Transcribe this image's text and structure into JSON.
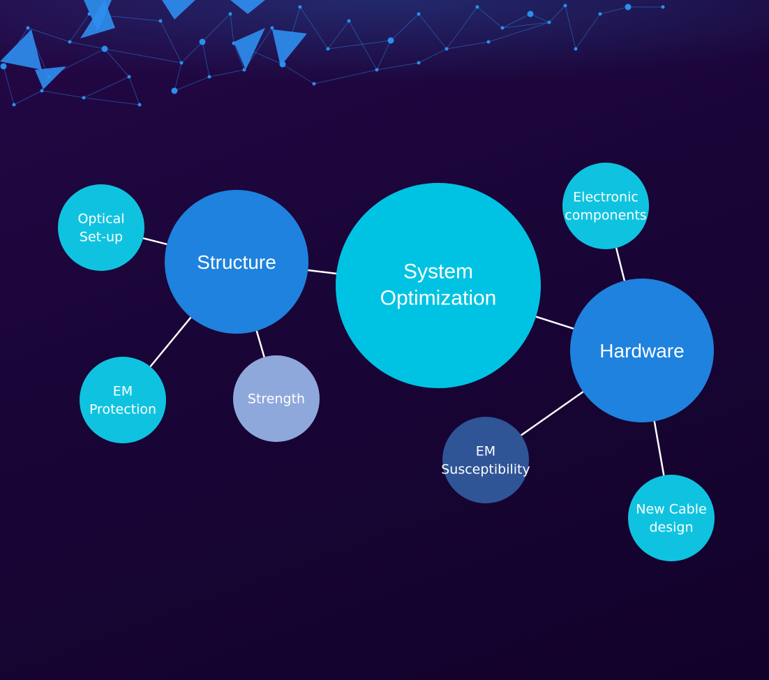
{
  "colors": {
    "background_top": "#240846",
    "background_bottom": "#12022a",
    "edge": "#ffffff",
    "center": "#00c3e3",
    "hub": "#1e82de",
    "leaf_cyan": "#0fc3e0",
    "leaf_lavender": "#8fa8dc",
    "leaf_navy": "#2f5597",
    "network": "#2a8ff0"
  },
  "nodes": [
    {
      "id": "system-optimization",
      "lines": [
        "System",
        "Optimization"
      ],
      "color": "#00c3e3",
      "kind": "center"
    },
    {
      "id": "structure",
      "lines": [
        "Structure"
      ],
      "color": "#1e82de",
      "kind": "hub"
    },
    {
      "id": "hardware",
      "lines": [
        "Hardware"
      ],
      "color": "#1e82de",
      "kind": "hub"
    },
    {
      "id": "optical-setup",
      "lines": [
        "Optical",
        "Set-up"
      ],
      "color": "#0fc3e0",
      "kind": "leaf"
    },
    {
      "id": "em-protection",
      "lines": [
        "EM",
        "Protection"
      ],
      "color": "#0fc3e0",
      "kind": "leaf"
    },
    {
      "id": "strength",
      "lines": [
        "Strength"
      ],
      "color": "#8fa8dc",
      "kind": "leaf"
    },
    {
      "id": "electronic-components",
      "lines": [
        "Electronic",
        "components"
      ],
      "color": "#0fc3e0",
      "kind": "leaf"
    },
    {
      "id": "em-susceptibility",
      "lines": [
        "EM",
        "Susceptibility"
      ],
      "color": "#2f5597",
      "kind": "leaf"
    },
    {
      "id": "new-cable-design",
      "lines": [
        "New Cable",
        "design"
      ],
      "color": "#0fc3e0",
      "kind": "leaf"
    }
  ],
  "edges": [
    [
      "structure",
      "system-optimization"
    ],
    [
      "system-optimization",
      "hardware"
    ],
    [
      "optical-setup",
      "structure"
    ],
    [
      "structure",
      "em-protection"
    ],
    [
      "structure",
      "strength"
    ],
    [
      "electronic-components",
      "hardware"
    ],
    [
      "hardware",
      "em-susceptibility"
    ],
    [
      "hardware",
      "new-cable-design"
    ]
  ]
}
